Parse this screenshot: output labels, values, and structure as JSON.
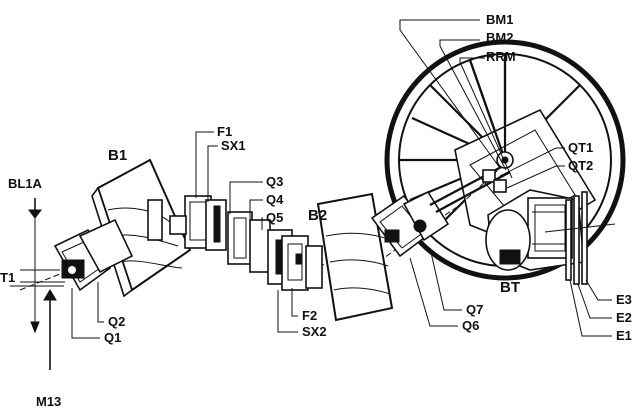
{
  "labels": {
    "bm1": "BM1",
    "bm2": "BM2",
    "rrm": "RRM",
    "qt1": "QT1",
    "qt2": "QT2",
    "f1": "F1",
    "sx1": "SX1",
    "q3": "Q3",
    "q4": "Q4",
    "q5": "Q5",
    "b1": "B1",
    "b2": "B2",
    "bl1a": "BL1A",
    "t1": "T1",
    "q2": "Q2",
    "q1": "Q1",
    "m13": "M13",
    "f2": "F2",
    "sx2": "SX2",
    "q7": "Q7",
    "q6": "Q6",
    "bt": "BT",
    "e3": "E3",
    "e2": "E2",
    "e1": "E1"
  },
  "colors": {
    "ink": "#111111",
    "paper": "#ffffff"
  }
}
